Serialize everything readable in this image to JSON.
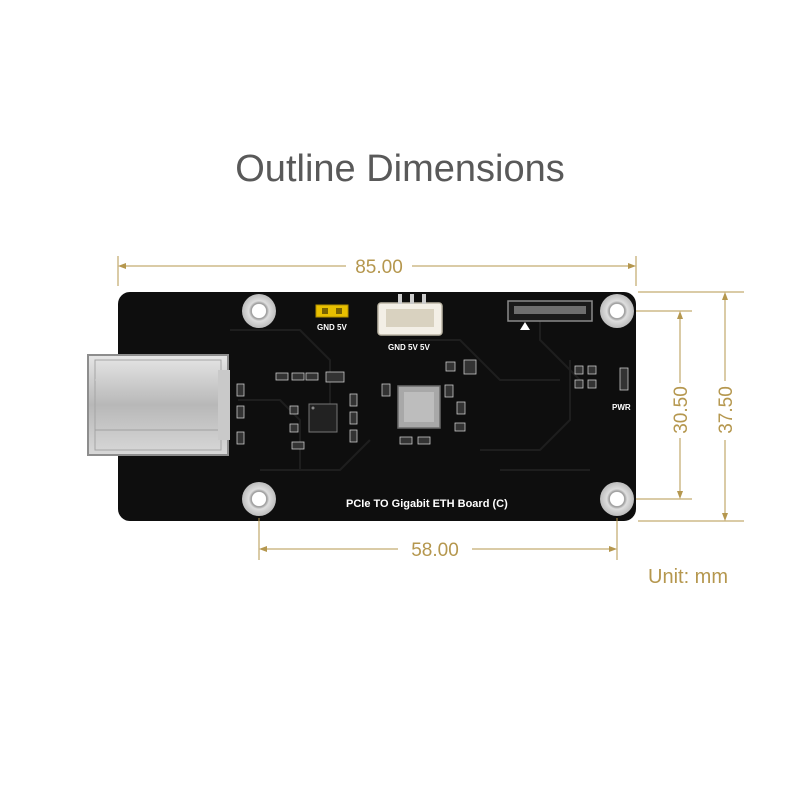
{
  "title": "Outline Dimensions",
  "board": {
    "name": "PCIe TO Gigabit ETH Board (C)",
    "silkscreen": {
      "header_label": "GND 5V",
      "connector_label": "GND 5V 5V",
      "power_led_label": "PWR"
    }
  },
  "dimensions": {
    "width": "85.00",
    "hole_spacing_horizontal": "58.00",
    "hole_spacing_vertical": "30.50",
    "height": "37.50"
  },
  "unit": "Unit: mm",
  "colors": {
    "dimension": "#b5974e",
    "board": "#0e0e0e",
    "title": "#595959"
  }
}
